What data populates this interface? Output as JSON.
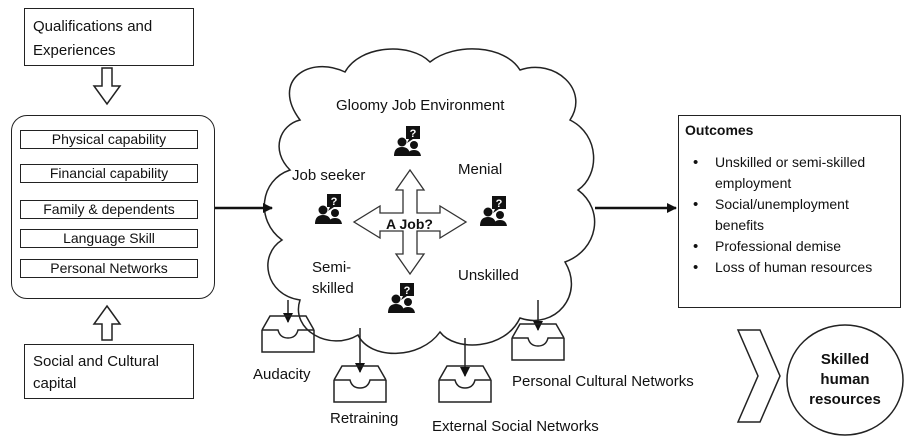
{
  "inputs": {
    "qualifications": "Qualifications and Experiences",
    "social_capital": "Social and Cultural capital"
  },
  "capabilities": [
    "Physical  capability",
    "Financial capability",
    "Family & dependents",
    "Language Skill",
    "Personal Networks"
  ],
  "cloud": {
    "title": "Gloomy Job Environment",
    "center": "A Job?",
    "job_seeker": "Job seeker",
    "menial": "Menial",
    "semi_skilled": "Semi-\nskilled",
    "unskilled": "Unskilled",
    "question_mark": "?"
  },
  "trays": {
    "audacity": "Audacity",
    "retraining": "Retraining",
    "external": "External Social Networks",
    "personal_cultural": "Personal Cultural Networks"
  },
  "outcomes": {
    "title": "Outcomes",
    "items": [
      "Unskilled or semi-skilled employment",
      "Social/unemployment benefits",
      "Professional demise",
      "Loss of human resources"
    ]
  },
  "skilled": "Skilled human resources"
}
